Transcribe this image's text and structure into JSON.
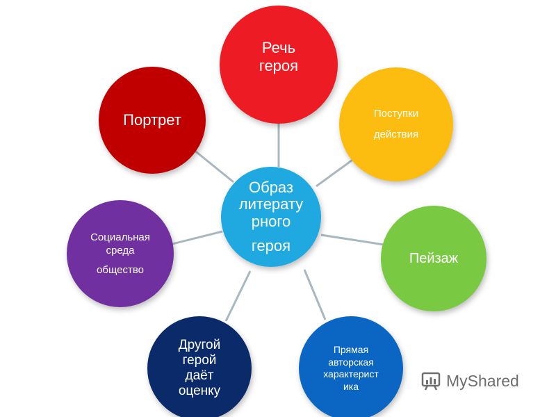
{
  "center": {
    "lines": [
      "Образ",
      "литерату",
      "рного"
    ],
    "last_line": "героя",
    "color": "#1fa9e0"
  },
  "nodes": {
    "speech": {
      "lines": [
        "Речь",
        "героя"
      ],
      "color": "#ed1c24"
    },
    "actions": {
      "lines": [
        "Поступки",
        "действия"
      ],
      "color": "#fdbd10"
    },
    "landscape": {
      "lines": [
        "Пейзаж"
      ],
      "color": "#7ac943"
    },
    "direct": {
      "lines": [
        "Прямая",
        "авторская",
        "характерист",
        "ика"
      ],
      "color": "#0a66c2"
    },
    "other": {
      "lines": [
        "Другой",
        "герой",
        "даёт",
        "оценку"
      ],
      "color": "#0b2a69"
    },
    "social": {
      "lines": [
        "Социальная",
        "среда"
      ],
      "last_line": "общество",
      "color": "#7030a0"
    },
    "portrait": {
      "lines": [
        "Портрет"
      ],
      "color": "#c00000"
    }
  },
  "watermark": {
    "text": "MyShared",
    "icon": "myshared-logo-icon"
  }
}
